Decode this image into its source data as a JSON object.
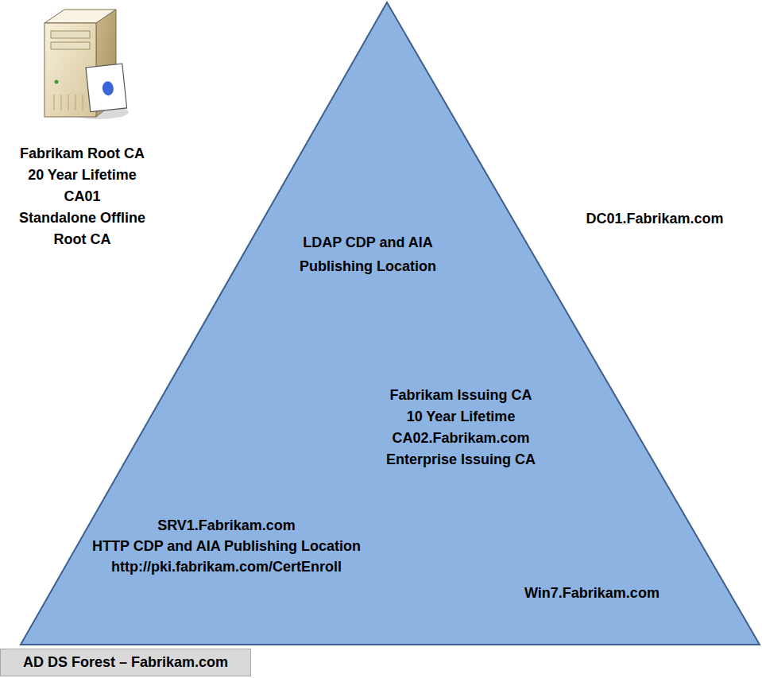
{
  "diagram": {
    "nodes": [
      {
        "text": [
          "Fabrikam Root CA",
          "20 Year Lifetime",
          "CA01",
          "Standalone Offline Root CA"
        ]
      },
      {
        "text": [
          "AD DS Forest – Fabrikam.com"
        ]
      },
      {
        "text": [
          "DC01.Fabrikam.com",
          "LDAP CDP and AIA Publishing Location"
        ],
        "in": 1
      },
      {
        "text": [
          "Fabrikam Issuing CA",
          "10 Year Lifetime",
          "CA02.Fabrikam.com",
          "Enterprise Issuing CA"
        ],
        "in": 1
      },
      {
        "text": [
          "SRV1.Fabrikam.com",
          "HTTP CDP and AIA Publishing Location",
          "http://pki.fabrikam.com/CertEnroll"
        ],
        "in": 1
      },
      {
        "text": [
          "Win7.Fabrikam.com"
        ],
        "in": 1
      }
    ]
  }
}
